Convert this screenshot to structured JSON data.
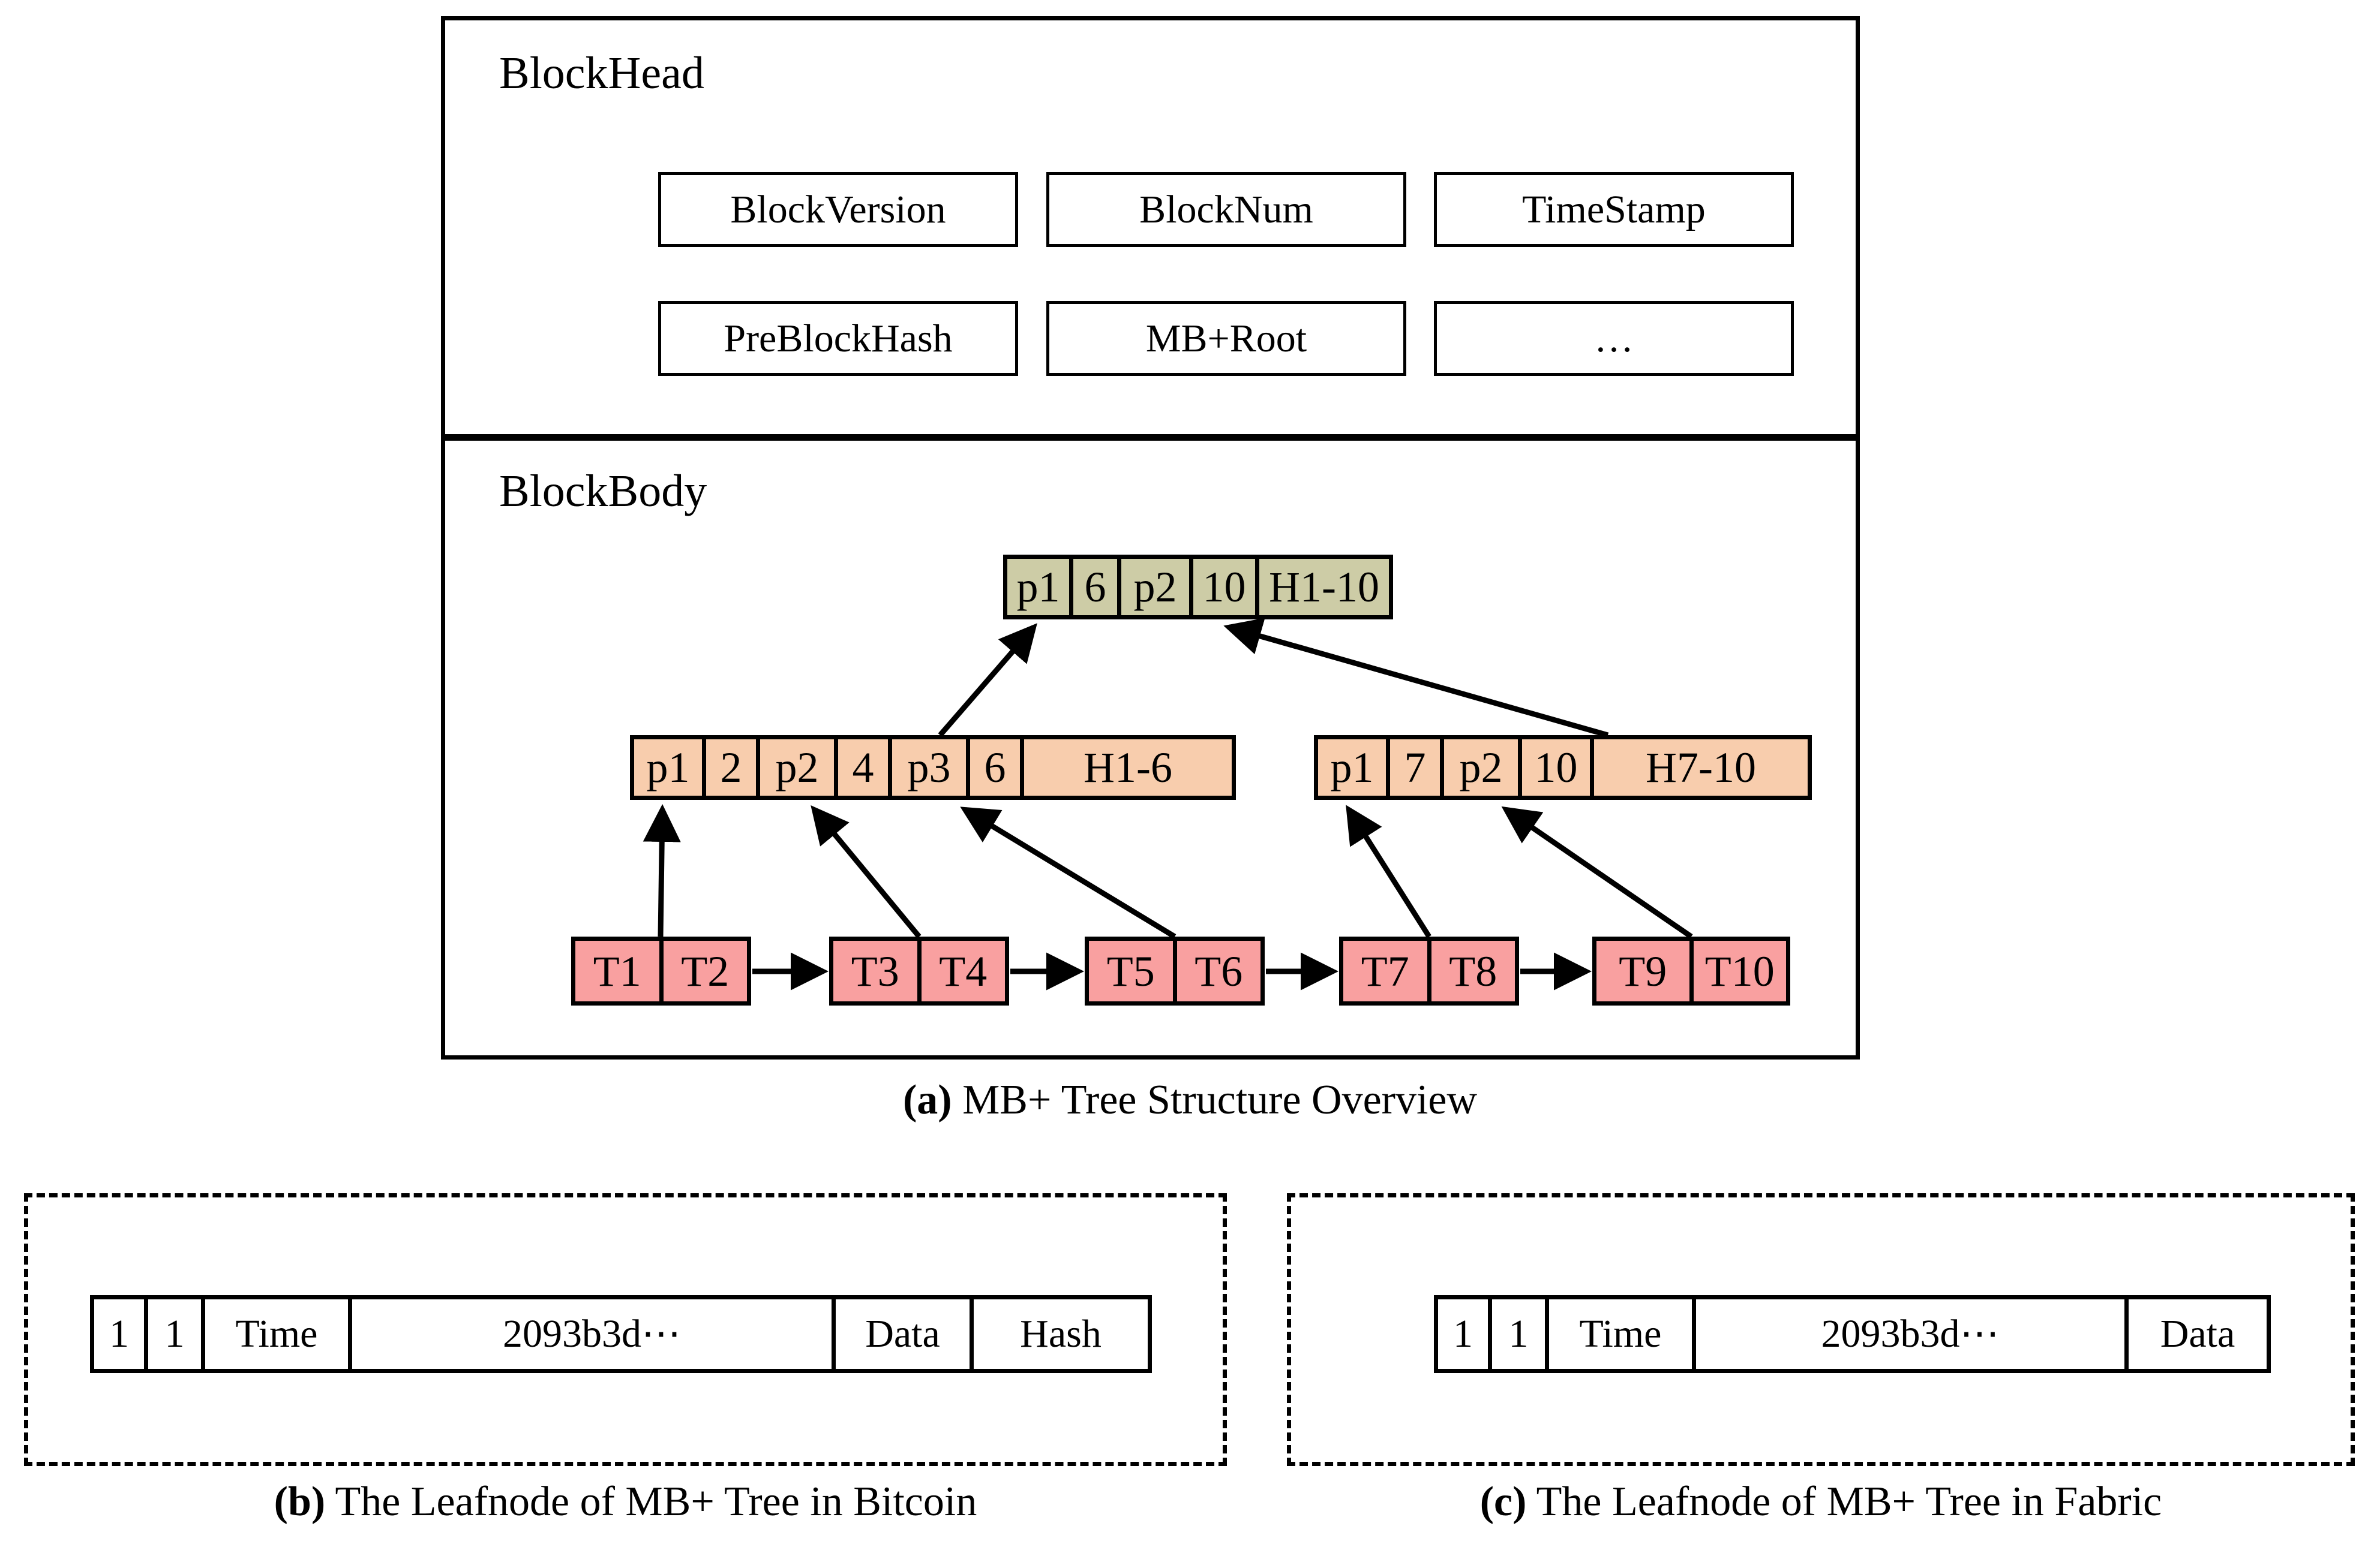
{
  "figure": {
    "panel_a": {
      "caption_marker": "(a)",
      "caption_text": " MB+ Tree Structure Overview",
      "block": {
        "head_label": "BlockHead",
        "body_label": "BlockBody",
        "head_fields": [
          {
            "label": "BlockVersion"
          },
          {
            "label": "BlockNum"
          },
          {
            "label": "TimeStamp"
          },
          {
            "label": "PreBlockHash"
          },
          {
            "label": "MB+Root"
          },
          {
            "label": "…"
          }
        ]
      },
      "tree": {
        "root": {
          "name": "root-node",
          "fill": "#cdcca6",
          "slots": [
            "p1",
            "6",
            "p2",
            "10",
            "H1-10"
          ]
        },
        "internal": [
          {
            "name": "internal-node-left",
            "fill": "#f8cdad",
            "slots": [
              "p1",
              "2",
              "p2",
              "4",
              "p3",
              "6",
              "H1-6"
            ]
          },
          {
            "name": "internal-node-right",
            "fill": "#f8cdad",
            "slots": [
              "p1",
              "7",
              "p2",
              "10",
              "H7-10"
            ]
          }
        ],
        "leaves": [
          {
            "name": "leaf-node-1",
            "fill": "#f9a0a0",
            "slots": [
              "T1",
              "T2"
            ]
          },
          {
            "name": "leaf-node-2",
            "fill": "#f9a0a0",
            "slots": [
              "T3",
              "T4"
            ]
          },
          {
            "name": "leaf-node-3",
            "fill": "#f9a0a0",
            "slots": [
              "T5",
              "T6"
            ]
          },
          {
            "name": "leaf-node-4",
            "fill": "#f9a0a0",
            "slots": [
              "T7",
              "T8"
            ]
          },
          {
            "name": "leaf-node-5",
            "fill": "#f9a0a0",
            "slots": [
              "T9",
              "T10"
            ]
          }
        ]
      }
    },
    "panel_b": {
      "caption_marker": "(b)",
      "caption_text": " The Leafnode of MB+ Tree in Bitcoin",
      "leaf_slots": [
        "1",
        "1",
        "Time",
        "2093b3d⋯",
        "Data",
        "Hash"
      ]
    },
    "panel_c": {
      "caption_marker": "(c)",
      "caption_text": " The Leafnode of MB+ Tree in Fabric",
      "leaf_slots": [
        "1",
        "1",
        "Time",
        "2093b3d⋯",
        "Data"
      ]
    }
  },
  "colors": {
    "root_fill": "#cdcca6",
    "internal_fill": "#f8cdad",
    "leaf_fill": "#f9a0a0",
    "stroke": "#000000",
    "background": "#ffffff"
  }
}
